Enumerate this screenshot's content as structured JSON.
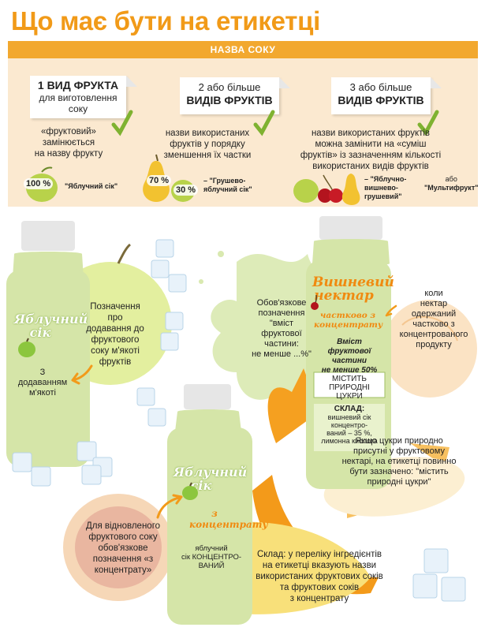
{
  "title": "Що має бути на етикетці",
  "banner": "НАЗВА СОКУ",
  "card1": {
    "line1": "1 ВИД ФРУКТА",
    "line2": "для виготовлення",
    "line3": "соку"
  },
  "card2": {
    "line1": "2 або більше",
    "line2": "ВИДІВ ФРУКТІВ"
  },
  "card3": {
    "line1": "3 або більше",
    "line2": "ВИДІВ ФРУКТІВ"
  },
  "col1": {
    "text1": "«фруктовий»",
    "text2": "замінюється",
    "text3": "на назву фрукту",
    "pct": "100 %",
    "example": "\"Яблучний сік\""
  },
  "col2": {
    "text1": "назви використаних",
    "text2": "фруктів у порядку",
    "text3": "зменшення їх частки",
    "pct1": "70 %",
    "pct2": "30 %",
    "example1": "– \"Грушево-",
    "example2": "яблучний сік\""
  },
  "col3": {
    "text1": "назви використаних фруктів",
    "text2": "можна замінити на «суміш",
    "text3": "фруктів» із зазначенням кількості",
    "text4": "використаних видів фруктів",
    "example1": "– \"Яблучно-",
    "example2": "вишнево-",
    "example3": "грушевий\"",
    "or": "або",
    "example4": "\"Мультифрукт\""
  },
  "bottle_left": {
    "name1": "Яблучний",
    "name2": "сік",
    "pulp1": "З",
    "pulp2": "додаванням",
    "pulp3": "м'якоті"
  },
  "note_pulp": {
    "l1": "Позначення",
    "l2": "про",
    "l3": "додавання до",
    "l4": "фруктового",
    "l5": "соку м'якоті",
    "l6": "фруктів"
  },
  "bottle_mid": {
    "name1": "Яблучний",
    "name2": "сік",
    "conc1": "з",
    "conc2": "концентрату",
    "ing1": "яблучний",
    "ing2": "сік КОНЦЕНТРО-",
    "ing3": "ВАНИЙ"
  },
  "note_restored": {
    "l1": "Для відновленого",
    "l2": "фруктового соку",
    "l3": "обов'язкове",
    "l4": "позначення «з",
    "l5": "концентрату»"
  },
  "note_ingredients": {
    "l1": "Склад: у переліку інгредієнтів",
    "l2": "на етикетці вказують назви",
    "l3": "використаних фруктових соків",
    "l4": "та фруктових соків",
    "l5": "з концентрату"
  },
  "bottle_right": {
    "name1": "Вишневий",
    "name2": "нектар",
    "partly1": "частково з",
    "partly2": "концентрату",
    "content1": "Вміст",
    "content2": "фруктової",
    "content3": "частини",
    "content4": "не менше 50%",
    "sugar1": "МІСТИТЬ",
    "sugar2": "ПРИРОДНІ",
    "sugar3": "ЦУКРИ",
    "comp_title": "СКЛАД:",
    "comp1": "вишневий сік",
    "comp2": "концентро-",
    "comp3": "ваний – 35 %,",
    "comp4": "лимонна кислота"
  },
  "note_content": {
    "l1": "Обов'язкове",
    "l2": "позначення",
    "l3": "\"вміст",
    "l4": "фруктової",
    "l5": "частини:",
    "l6": "не менше ...%\""
  },
  "note_partly": {
    "l1": "коли",
    "l2": "нектар",
    "l3": "одержаний",
    "l4": "частково з",
    "l5": "концентрованого",
    "l6": "продукту"
  },
  "note_sugar": {
    "l1": "Якщо цукри природно",
    "l2": "присутні у фруктовому",
    "l3": "нектарі, на етикетці повинно",
    "l4": "бути зазначено: \"містить",
    "l5": "природні цукри\""
  },
  "colors": {
    "orange": "#f2a82f",
    "title_orange": "#f19a18",
    "beige": "#fbe9d0",
    "bottle_green": "#d5e5a8"
  }
}
